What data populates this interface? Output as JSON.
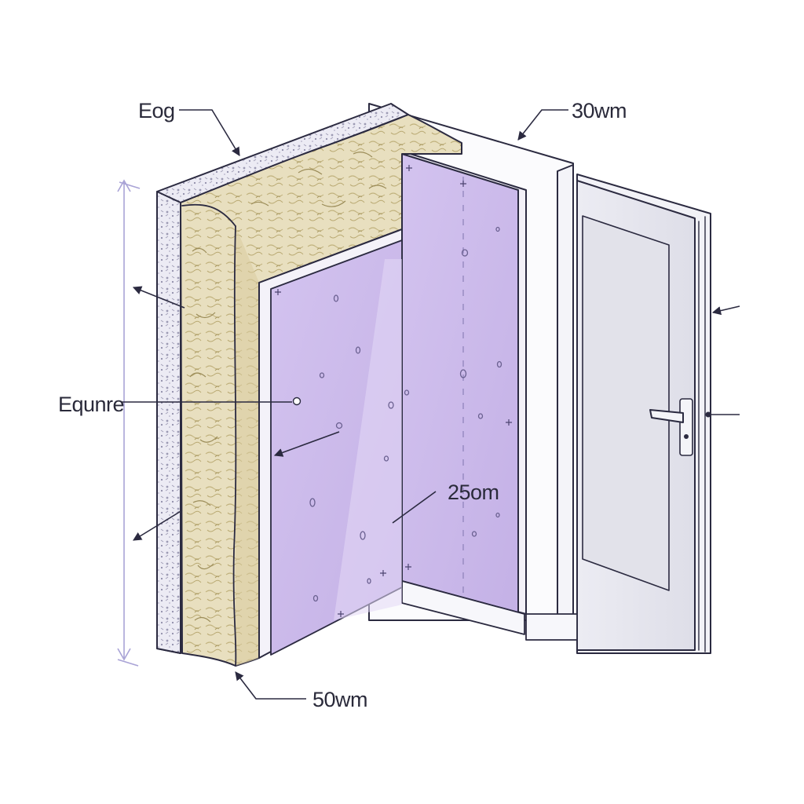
{
  "labels": {
    "top_left": "Eog",
    "top_right": "30wm",
    "left_middle": "Equnre",
    "center_board": "25om",
    "bottom": "50wm"
  },
  "colors": {
    "ink": "#2b2a40",
    "board_lavender": "#c9b8ea",
    "board_lavender_light": "#d9cdf2",
    "insulation": "#e8dfbf",
    "insulation_shadow": "#cdbf93",
    "concrete": "#ecebf4",
    "frame_white": "#f7f7fb",
    "door_gray": "#e6e6ee",
    "dimension_line": "#a9a3d6"
  },
  "icons": [
    "door-handle-icon",
    "keyhole-icon",
    "arrowhead-icon"
  ]
}
